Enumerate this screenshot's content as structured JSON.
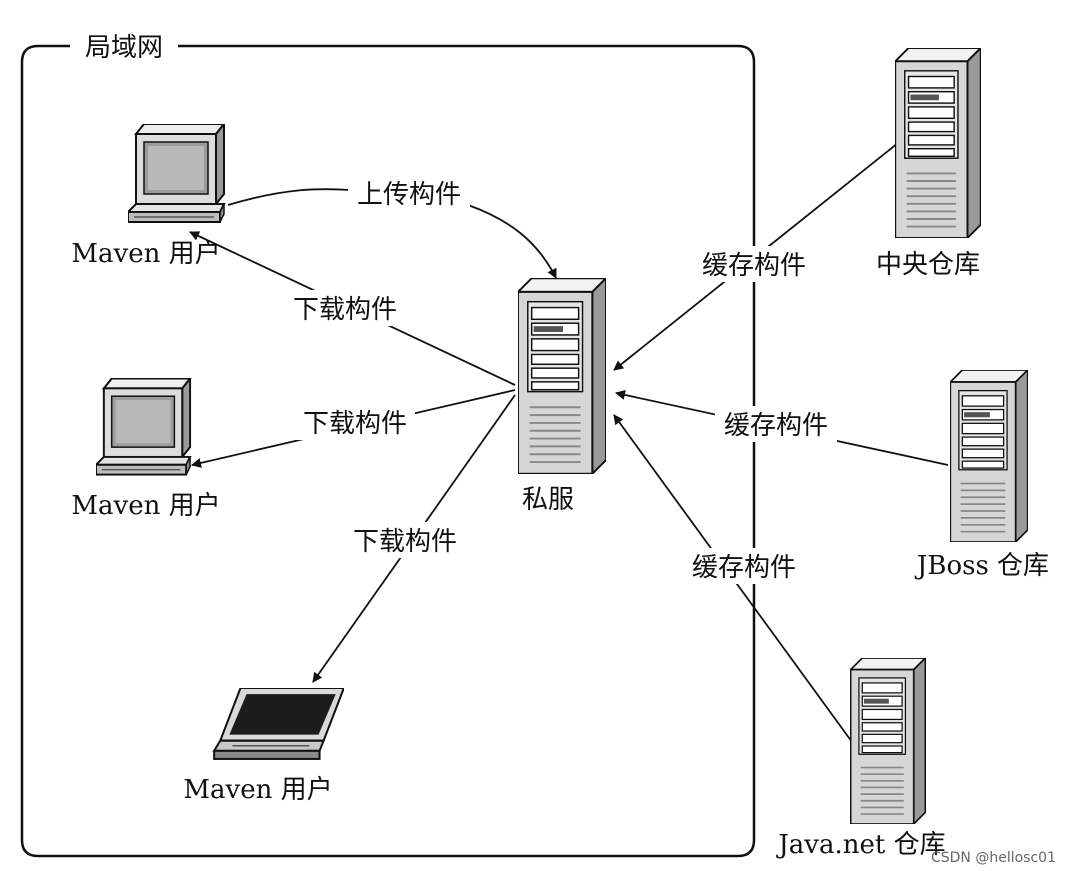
{
  "lan_label": "局域网",
  "server": {
    "label": "私服"
  },
  "clients": [
    {
      "label": "Maven 用户",
      "icon": "desktop-computer-icon"
    },
    {
      "label": "Maven 用户",
      "icon": "desktop-computer-icon"
    },
    {
      "label": "Maven 用户",
      "icon": "laptop-computer-icon"
    }
  ],
  "repos": [
    {
      "label": "中央仓库",
      "icon": "server-tower-icon"
    },
    {
      "label": "JBoss 仓库",
      "icon": "server-tower-icon"
    },
    {
      "label": "Java.net 仓库",
      "icon": "server-tower-icon"
    }
  ],
  "edges": {
    "upload": "上传构件",
    "download": [
      "下载构件",
      "下载构件",
      "下载构件"
    ],
    "cache": [
      "缓存构件",
      "缓存构件",
      "缓存构件"
    ]
  },
  "watermark": "CSDN @hellosc01",
  "colors": {
    "line": "#111111",
    "device_light": "#e6e6e6",
    "device_mid": "#bfbfbf",
    "device_dark": "#6b6b6b",
    "screen": "#9c9c9c"
  }
}
